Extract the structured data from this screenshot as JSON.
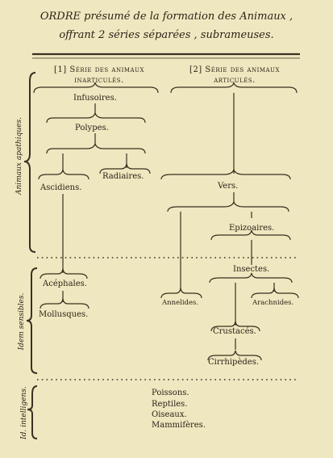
{
  "title": {
    "line1_prefix": "ORDRE",
    "line1_rest": " présumé de la formation des Animaux ,",
    "line2": "offrant 2 séries séparées , subrameuses."
  },
  "series": {
    "inarticulate": {
      "number": "[1]",
      "heading_line1": "Série des animaux",
      "heading_line2": "inarticulés."
    },
    "articulate": {
      "number": "[2]",
      "heading_line1": "Série des animaux",
      "heading_line2": "articulés."
    }
  },
  "groups": {
    "infusoires": "Infusoires.",
    "polypes": "Polypes.",
    "ascidiens": "Ascidiens.",
    "radiaires": "Radiaires.",
    "vers": "Vers.",
    "epizoaires": "Epizoaires.",
    "acephales": "Acéphales.",
    "mollusques": "Mollusques.",
    "insectes": "Insectes.",
    "annelides": "Annelides.",
    "arachnides": "Arachnides.",
    "crustaces": "Crustacés.",
    "cirrhipedes": "Cirrhipèdes.",
    "poissons": "Poissons.",
    "reptiles": "Reptiles.",
    "oiseaux": "Oiseaux.",
    "mammiferes": "Mammifères."
  },
  "side_labels": {
    "apathiques": "Animaux apathiques.",
    "sensibles": "Idem sensibles.",
    "intelligens": "Id. intelligens."
  }
}
